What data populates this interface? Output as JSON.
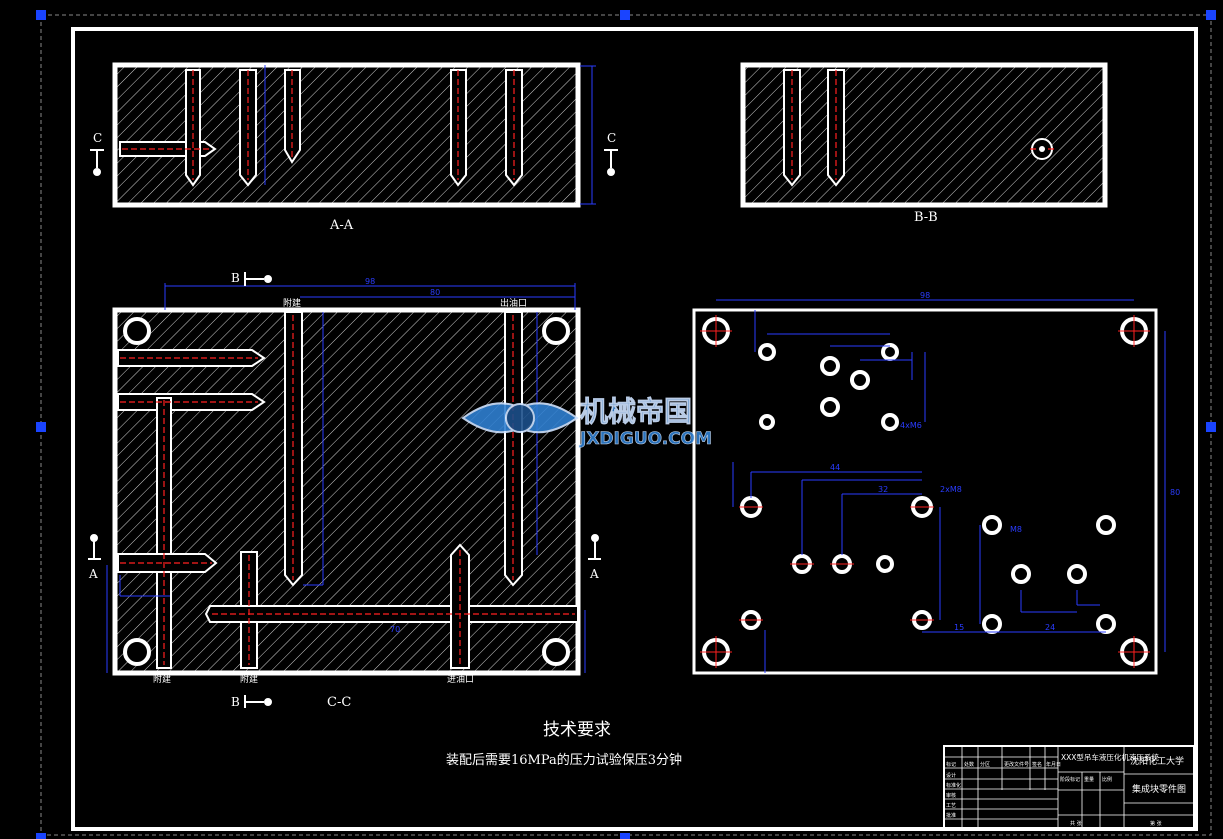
{
  "drawing": {
    "section_labels": {
      "aa": "A-A",
      "bb": "B-B",
      "cc": "C-C"
    },
    "cut_marks": {
      "c": "C",
      "a": "A",
      "b": "B"
    },
    "port_labels": {
      "top_left": "附建",
      "top_right": "出油口",
      "bottom_left": "附建",
      "bottom_mid": "附建",
      "bottom_right": "进油口"
    },
    "tech_requirements": {
      "title": "技术要求",
      "text": "装配后需要16MPa的压力试验保压3分钟"
    },
    "watermark": {
      "cn": "机械帝国",
      "en": "JXDIGUO.COM"
    }
  },
  "title_block": {
    "project": "XXX型吊车液压化机液压系统",
    "school": "沈阳化工大学",
    "drawing_name": "集成块零件图",
    "small_cells": [
      "标记",
      "处数",
      "分区",
      "更改文件号",
      "签名",
      "年月日",
      "设计",
      "标准化",
      "审核",
      "工艺",
      "批准",
      "阶段标记",
      "重量",
      "比例",
      "共 张",
      "第 张"
    ]
  },
  "colors": {
    "frame": "#ffffff",
    "dimension": "#2a3cff",
    "centerline": "#ff2020",
    "handle": "#1a44ff",
    "watermark": "#2f7fd0"
  }
}
